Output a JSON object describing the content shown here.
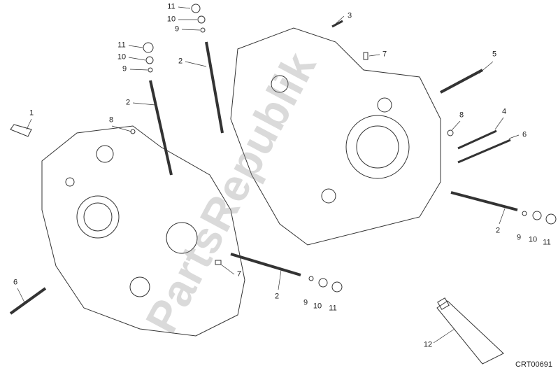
{
  "diagram_code": "CRT00691",
  "watermark": "PartsRepublik",
  "callouts": [
    "11",
    "10",
    "9",
    "2",
    "3",
    "7",
    "5",
    "8",
    "4",
    "6",
    "11",
    "10",
    "9",
    "2",
    "1",
    "8",
    "6",
    "2",
    "9",
    "10",
    "11",
    "7",
    "2",
    "9",
    "10",
    "11",
    "12"
  ],
  "colors": {
    "line": "#333333",
    "watermark": "#969696"
  }
}
